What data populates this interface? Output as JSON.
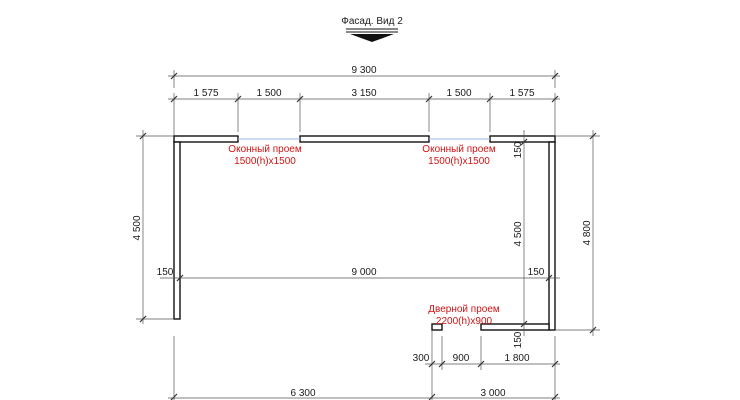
{
  "title": "Фасад. Вид 2",
  "openings": {
    "window_left": {
      "label": "Оконный проем",
      "size": "1500(h)x1500"
    },
    "window_right": {
      "label": "Оконный проем",
      "size": "1500(h)x1500"
    },
    "door": {
      "label": "Дверной проем",
      "size": "2200(h)x900"
    }
  },
  "dimensions": {
    "top_total": "9 300",
    "top_segments": [
      "1 575",
      "1 500",
      "3 150",
      "1 500",
      "1 575"
    ],
    "inner_width": "9 000",
    "left_wall": "150",
    "right_wall": "150",
    "left_height": "4 500",
    "right_inner_height": "4 500",
    "right_total_height": "4 800",
    "right_top_thickness": "150",
    "right_bottom_thickness": "150",
    "bottom_segments": [
      "300",
      "900",
      "1 800"
    ],
    "bottom_left": "6 300",
    "bottom_right": "3 000"
  },
  "colors": {
    "annotation": "#d01414",
    "glass": "#9ab4e8"
  }
}
